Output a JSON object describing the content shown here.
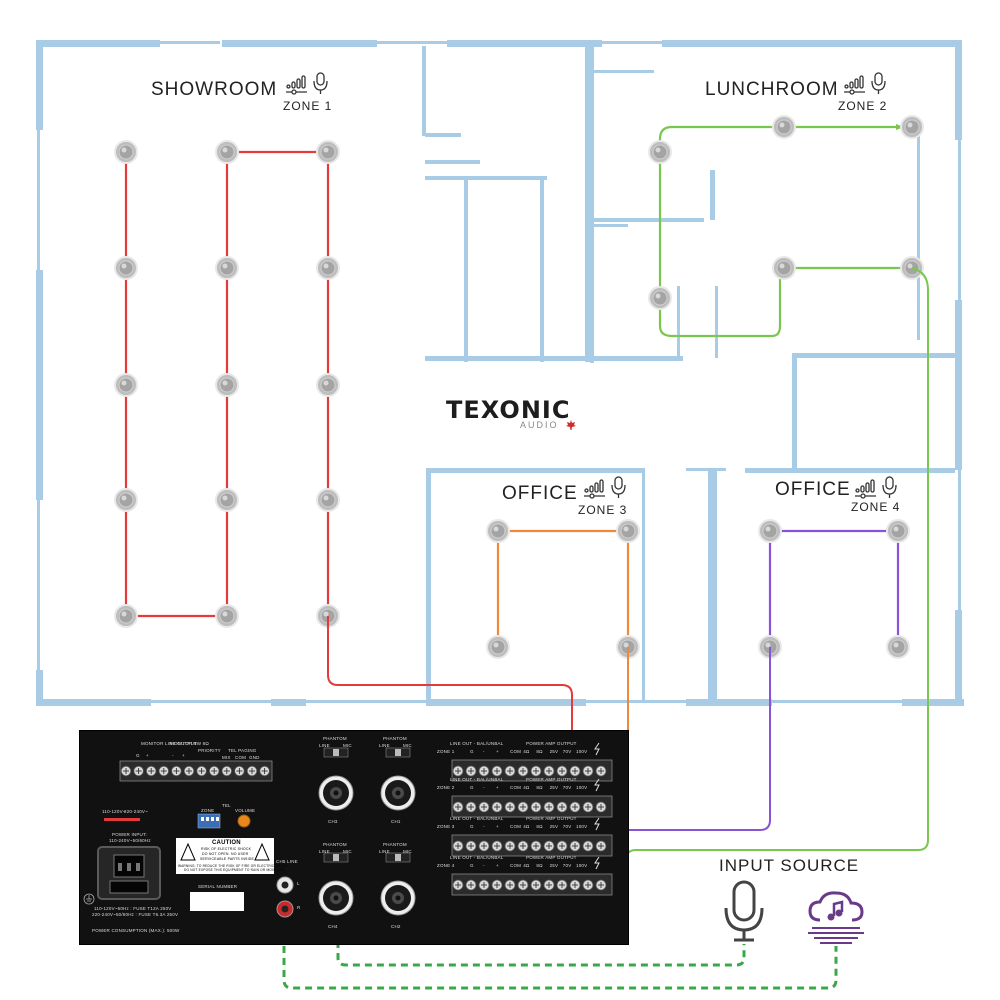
{
  "brand": {
    "name": "TEXONIC",
    "sub": "AUDIO",
    "accent": "#d12b2b"
  },
  "zones": [
    {
      "id": 1,
      "title": "SHOWROOM",
      "label": "ZONE 1",
      "color": "#e53a3a"
    },
    {
      "id": 2,
      "title": "LUNCHROOM",
      "label": "ZONE 2",
      "color": "#7ac74f"
    },
    {
      "id": 3,
      "title": "OFFICE",
      "label": "ZONE 3",
      "color": "#f0883a"
    },
    {
      "id": 4,
      "title": "OFFICE",
      "label": "ZONE 4",
      "color": "#8a52d6"
    }
  ],
  "input": {
    "title": "INPUT SOURCE",
    "sources": [
      "microphone-icon",
      "cloud-music-icon"
    ],
    "link_color": "#3aa84a"
  },
  "wall_color": "#a9cce6",
  "amplifier": {
    "monitor_header": "MONITOR LINE OUTPUT",
    "monitor_spk": "MONITOR 8W 8Ω",
    "priority": "PRIORITY",
    "tel_paging": "TEL PAGING",
    "terminal_monitor": [
      "G",
      "+",
      "-",
      "+"
    ],
    "terminal_tel": [
      "MIX",
      "COM",
      "GND"
    ],
    "voltage_1": "110-120V~",
    "voltage_2": "220-240V~",
    "power_input": "POWER INPUT:",
    "power_input_value": "110-240V~50/60Hz",
    "fuse_1": "110-120V~60Hz : FUSE T12A 250V",
    "fuse_2": "220-240V~50/60Hz : FUSE T6.3A 250V",
    "power_consumption": "POWER CONSUMPTION (MAX.): 500W",
    "tel": "TEL",
    "zone": "ZONE",
    "volume": "VOLUME",
    "caution_title": "CAUTION",
    "caution_line_1": "RISK OF ELECTRIC SHOCK",
    "caution_line_2": "DO NOT OPEN. NO USER",
    "caution_line_3": "SERVICEABLE PARTS INSIDE",
    "warning": "WARNING: TO REDUCE THE RISK OF FIRE OR ELECTRIC SHOCK,",
    "warning_2": "DO NOT EXPOSE THIS EQUIPMENT TO RAIN OR MOISTURE.",
    "serial": "SERIAL NUMBER",
    "phantom": "PHANTOM",
    "line": "LINE",
    "mic": "MIC",
    "ch_labels": [
      "CH3",
      "CH1",
      "CH4",
      "CH2"
    ],
    "cd_line": "CH5 LINE",
    "cd_l": "L",
    "cd_r": "R",
    "line_out": "LINE OUT - BAL/UNBAL",
    "power_amp_output": "POWER AMP OUTPUT",
    "zone_rows": [
      "ZONE 1",
      "ZONE 2",
      "ZONE 3",
      "ZONE 4"
    ],
    "row_terms": [
      "G",
      "-",
      "+"
    ],
    "out_terms": [
      "COM",
      "4Ω",
      "8Ω",
      "25V",
      "70V",
      "100V"
    ]
  }
}
